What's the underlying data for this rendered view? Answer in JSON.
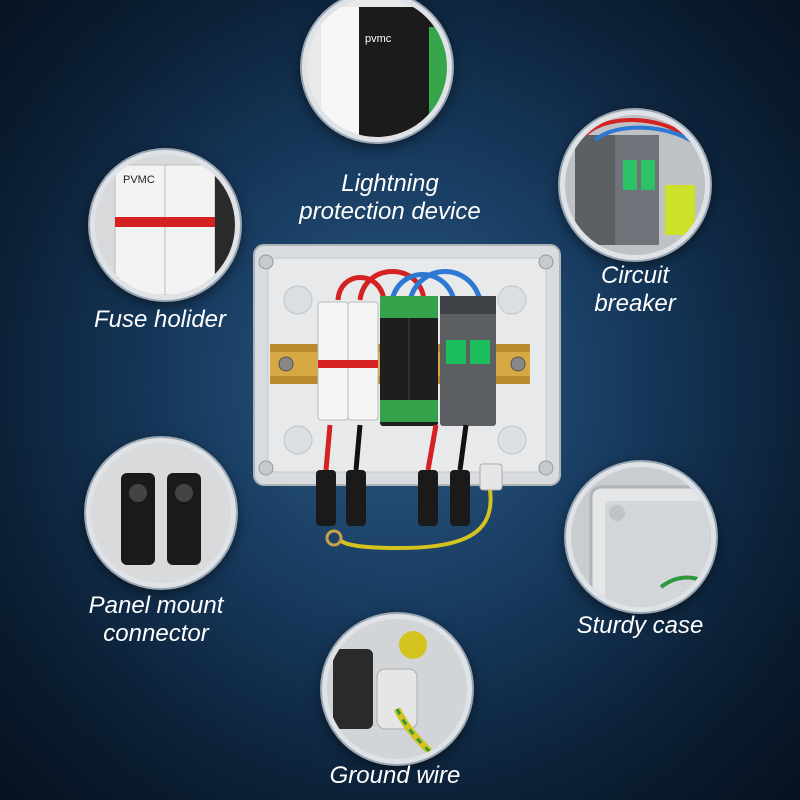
{
  "labels": {
    "lightning": [
      "Lightning",
      "protection device"
    ],
    "circuit": [
      "Circuit",
      "breaker"
    ],
    "fuse": "Fuse holider",
    "panel": [
      "Panel mount",
      "connector"
    ],
    "case": "Sturdy case",
    "ground": "Ground wire"
  },
  "device_text": {
    "brand_fuse": "PVMC",
    "brand_spd": "pvmc"
  }
}
